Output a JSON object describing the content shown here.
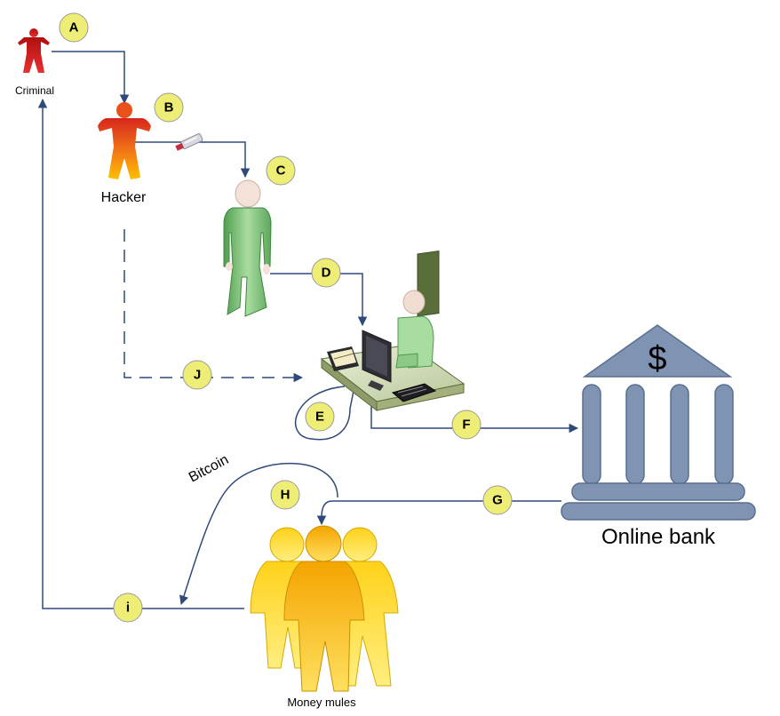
{
  "labels": {
    "criminal": "Criminal",
    "hacker": "Hacker",
    "bank": "Online bank",
    "bank_symbol": "$",
    "mules": "Money mules",
    "bitcoin": "Bitcoin"
  },
  "steps": {
    "a": "A",
    "b": "B",
    "c": "C",
    "d": "D",
    "e": "E",
    "f": "F",
    "g": "G",
    "h": "H",
    "i": "i",
    "j": "J"
  },
  "colors": {
    "line": "#2f4a78",
    "badge_fill": "#eeee77",
    "badge_stroke": "#9a9a9a",
    "bank": "#7f93b3",
    "bank_stroke": "#5a6e8e",
    "criminal": "#d42020",
    "hacker_top": "#e03020",
    "hacker_bottom": "#ffb800",
    "insider": "#6dbb6d",
    "mule": "#f2c400"
  }
}
